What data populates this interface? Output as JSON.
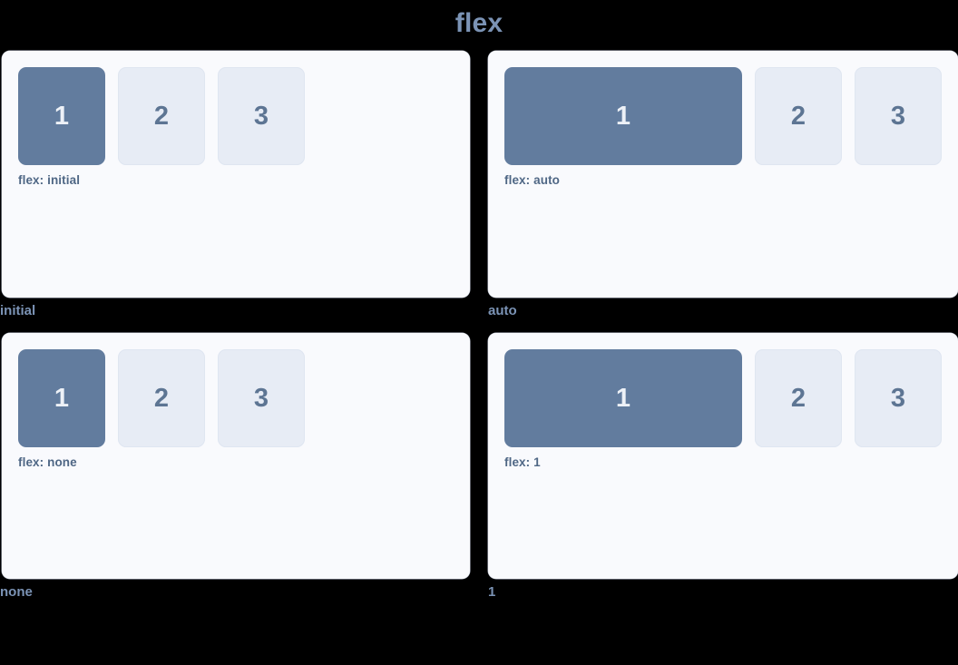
{
  "title": "flex",
  "colors": {
    "background": "#000000",
    "panel_bg": "#f9fafd",
    "filled_box": "#627c9e",
    "ghost_box": "#e7ecf5",
    "accent_text": "#7b93b5",
    "code_text": "#4f6785",
    "filled_box_text": "#edf1f7",
    "ghost_box_text": "#5d7593"
  },
  "demos": [
    {
      "caption": "initial",
      "code_label": "flex: initial",
      "boxes": [
        {
          "label": "1",
          "style": "filled"
        },
        {
          "label": "2",
          "style": "ghost"
        },
        {
          "label": "3",
          "style": "ghost"
        }
      ]
    },
    {
      "caption": "auto",
      "code_label": "flex: auto",
      "boxes": [
        {
          "label": "1",
          "style": "filled"
        },
        {
          "label": "2",
          "style": "ghost"
        },
        {
          "label": "3",
          "style": "ghost"
        }
      ]
    },
    {
      "caption": "none",
      "code_label": "flex: none",
      "boxes": [
        {
          "label": "1",
          "style": "filled"
        },
        {
          "label": "2",
          "style": "ghost"
        },
        {
          "label": "3",
          "style": "ghost"
        }
      ]
    },
    {
      "caption": "1",
      "code_label": "flex: 1",
      "boxes": [
        {
          "label": "1",
          "style": "filled"
        },
        {
          "label": "2",
          "style": "ghost"
        },
        {
          "label": "3",
          "style": "ghost"
        }
      ]
    }
  ]
}
